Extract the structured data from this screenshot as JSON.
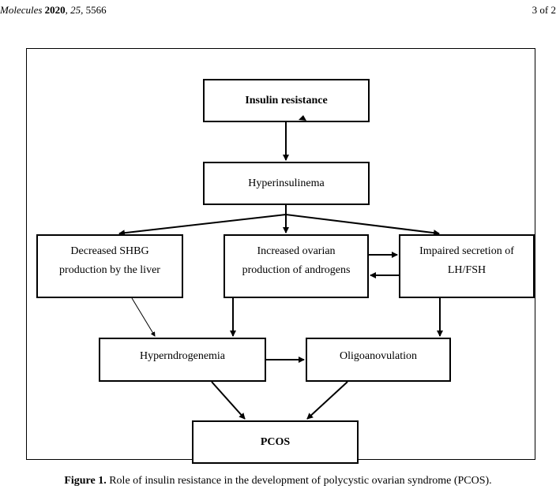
{
  "header": {
    "journal": "Molecules",
    "year": "2020",
    "volume": "25",
    "article": ", 5566",
    "page": "3 of 2"
  },
  "diagram": {
    "insulin_resistance": "Insulin resistance",
    "hyperinsulinemia": "Hyperinsulinema",
    "shbg_line1": "Decreased SHBG",
    "shbg_line2": "production by the liver",
    "ovarian_line1": "Increased ovarian",
    "ovarian_line2": "production of androgens",
    "lhfsh_line1": "Impaired secretion of",
    "lhfsh_line2": "LH/FSH",
    "hyperandrogenemia": "Hyperndrogenemia",
    "oligoanovulation": "Oligoanovulation",
    "pcos": "PCOS"
  },
  "caption": {
    "label": "Figure 1.",
    "text": " Role of insulin resistance in the development of polycystic ovarian syndrome (PCOS)."
  }
}
